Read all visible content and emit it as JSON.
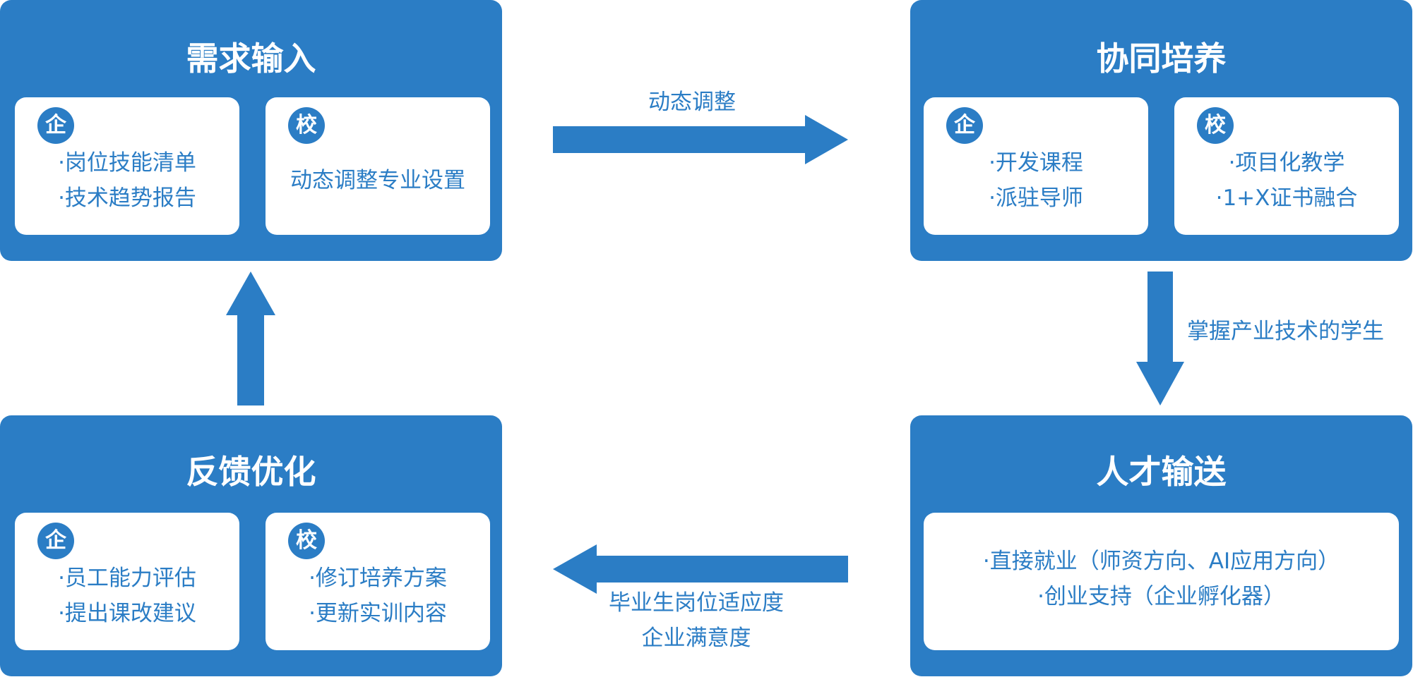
{
  "colors": {
    "primary": "#2b7dc5",
    "card": "#ffffff"
  },
  "panels": {
    "demand_input": {
      "title": "需求输入",
      "enterprise": {
        "badge": "企",
        "items": [
          "·岗位技能清单",
          "·技术趋势报告"
        ]
      },
      "school": {
        "badge": "校",
        "items": [
          "动态调整专业设置"
        ]
      }
    },
    "collaborative_training": {
      "title": "协同培养",
      "enterprise": {
        "badge": "企",
        "items": [
          "·开发课程",
          "·派驻导师"
        ]
      },
      "school": {
        "badge": "校",
        "items": [
          "·项目化教学",
          "·1+X证书融合"
        ]
      }
    },
    "talent_delivery": {
      "title": "人才输送",
      "items": [
        "·直接就业（师资方向、AI应用方向）",
        "·创业支持（企业孵化器）"
      ]
    },
    "feedback_optimization": {
      "title": "反馈优化",
      "enterprise": {
        "badge": "企",
        "items": [
          "·员工能力评估",
          "·提出课改建议"
        ]
      },
      "school": {
        "badge": "校",
        "items": [
          "·修订培养方案",
          "·更新实训内容"
        ]
      }
    }
  },
  "arrows": {
    "top": {
      "label": "动态调整",
      "icon": "arrow-right-icon"
    },
    "right": {
      "label": "掌握产业技术的学生",
      "icon": "arrow-down-icon"
    },
    "bottom": {
      "labels": [
        "毕业生岗位适应度",
        "企业满意度"
      ],
      "icon": "arrow-left-icon"
    },
    "left": {
      "icon": "arrow-up-icon"
    }
  }
}
